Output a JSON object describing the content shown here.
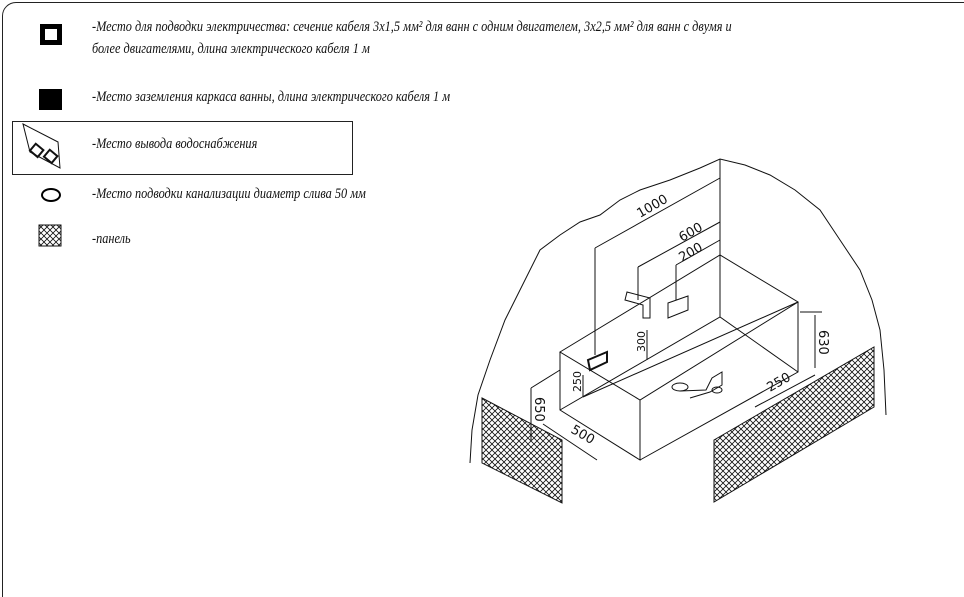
{
  "legend": {
    "electric_line1": "-Место для подводки электричества: сечение кабеля 3х1,5 мм² для ванн с одним двигателем, 3х2,5 мм² для ванн с двумя и",
    "electric_line2": "более двигателями, длина электрического кабеля 1 м",
    "ground": "-Место заземления каркаса ванны, длина электрического кабеля 1 м",
    "water": "-Место вывода водоснабжения",
    "drain": "-Место подводки канализации диаметр слива 50 мм",
    "panel": "-панель"
  },
  "dimensions": {
    "d1000": "1000",
    "d600": "600",
    "d200": "200",
    "d300": "300",
    "d250_left": "250",
    "d650": "650",
    "d500": "500",
    "d250_right": "250",
    "d630": "630"
  }
}
